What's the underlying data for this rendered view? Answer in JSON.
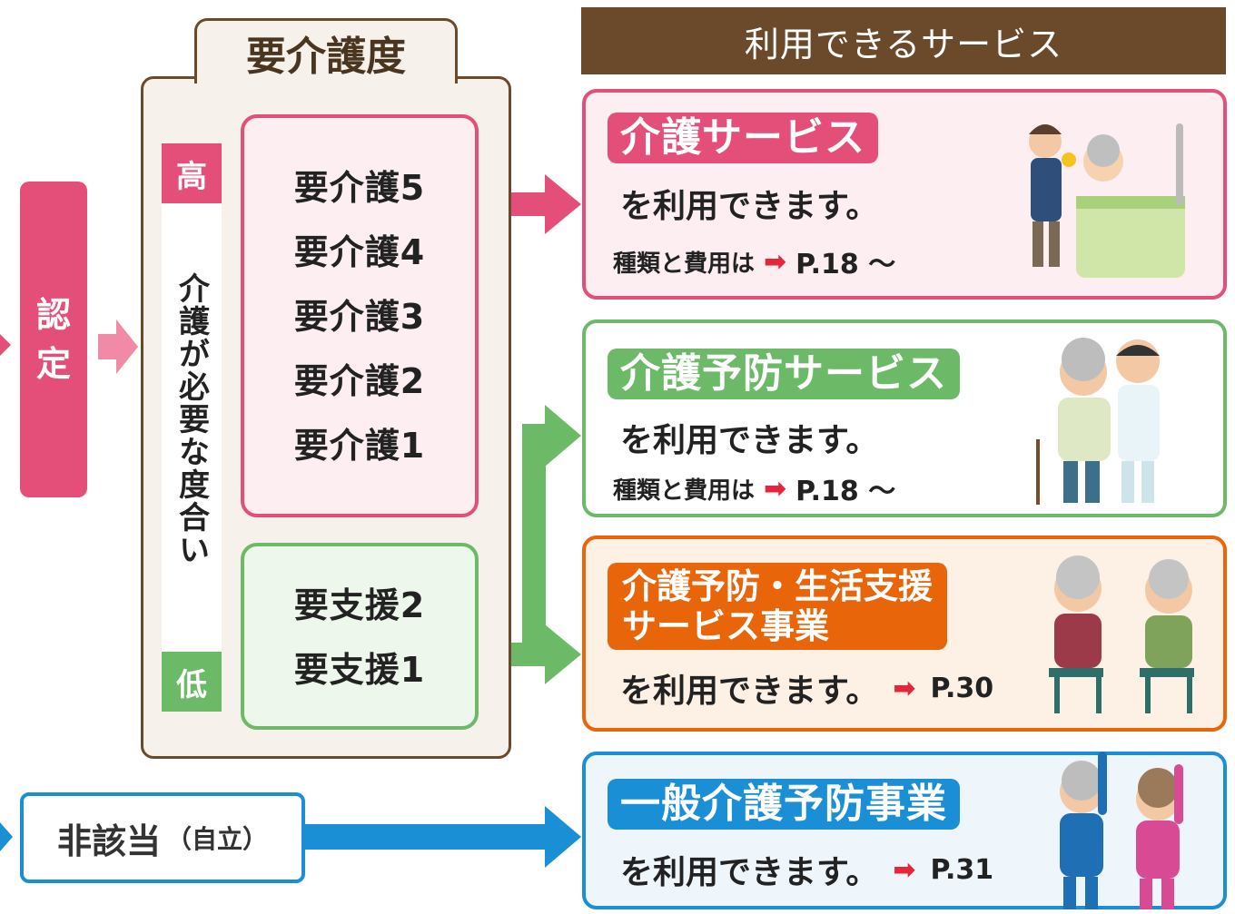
{
  "left": {
    "nintei": [
      "認",
      "定"
    ],
    "hihaito": {
      "label": "非該当",
      "sub": "（自立）"
    }
  },
  "yokaigo": {
    "title": "要介護度",
    "scale": {
      "high": "高",
      "low": "低",
      "label": "介護が必要な度合い"
    },
    "care_levels": [
      "要介護5",
      "要介護4",
      "要介護3",
      "要介護2",
      "要介護1"
    ],
    "support_levels": [
      "要支援2",
      "要支援1"
    ]
  },
  "services": {
    "header": "利用できるサービス",
    "kaigo": {
      "badge": "介護サービス",
      "desc": "を利用できます。",
      "fee_label": "種類と費用は",
      "page": "P.18 ～"
    },
    "yobo": {
      "badge": "介護予防サービス",
      "desc": "を利用できます。",
      "fee_label": "種類と費用は",
      "page": "P.18 ～"
    },
    "seikatsu": {
      "badge_line1": "介護予防・生活支援",
      "badge_line2": "サービス事業",
      "desc": "を利用できます。",
      "page": "P.30"
    },
    "ippan": {
      "badge": "一般介護予防事業",
      "desc": "を利用できます。",
      "page": "P.31"
    }
  },
  "colors": {
    "pink": "#e34f79",
    "green": "#6cba68",
    "orange": "#e8650a",
    "blue": "#1a8fd6",
    "brown": "#6b4a2b",
    "arrow_red": "#e8243a"
  },
  "icons": {
    "arrow": "right-arrow-icon"
  }
}
